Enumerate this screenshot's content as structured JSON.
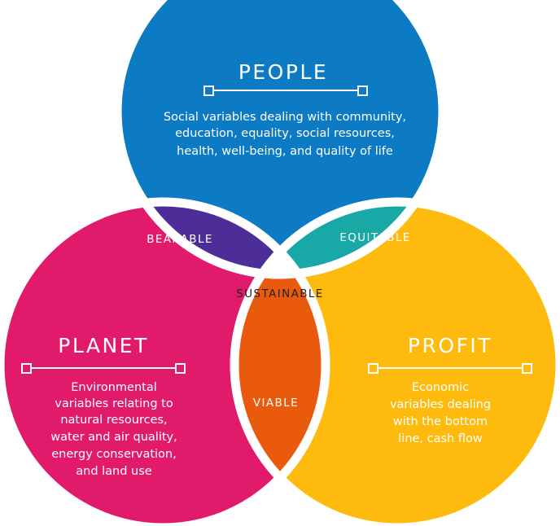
{
  "colors": {
    "people": "#0d7ac4",
    "planet": "#e11a6c",
    "profit": "#ffba0e",
    "bearable": "#4d2d97",
    "equitable": "#18a8a6",
    "viable": "#ea5a0c",
    "sustainable": "#ffffff",
    "separator": "#ffffff",
    "light_text": "#ffffff",
    "dark_text": "#222222"
  },
  "people": {
    "title": "PEOPLE",
    "description": [
      "Social variables dealing with community,",
      "education, equality, social resources,",
      "health, well-being, and quality of life"
    ]
  },
  "planet": {
    "title": "PLANET",
    "description": [
      "Environmental",
      "variables relating to",
      "natural resources,",
      "water and air quality,",
      "energy conservation,",
      "and land use"
    ]
  },
  "profit": {
    "title": "PROFIT",
    "description": [
      "Economic",
      "variables dealing",
      "with the bottom",
      "line, cash flow"
    ]
  },
  "intersections": {
    "bearable": "BEARABLE",
    "equitable": "EQUITABLE",
    "viable": "VIABLE",
    "sustainable": "SUSTAINABLE"
  }
}
